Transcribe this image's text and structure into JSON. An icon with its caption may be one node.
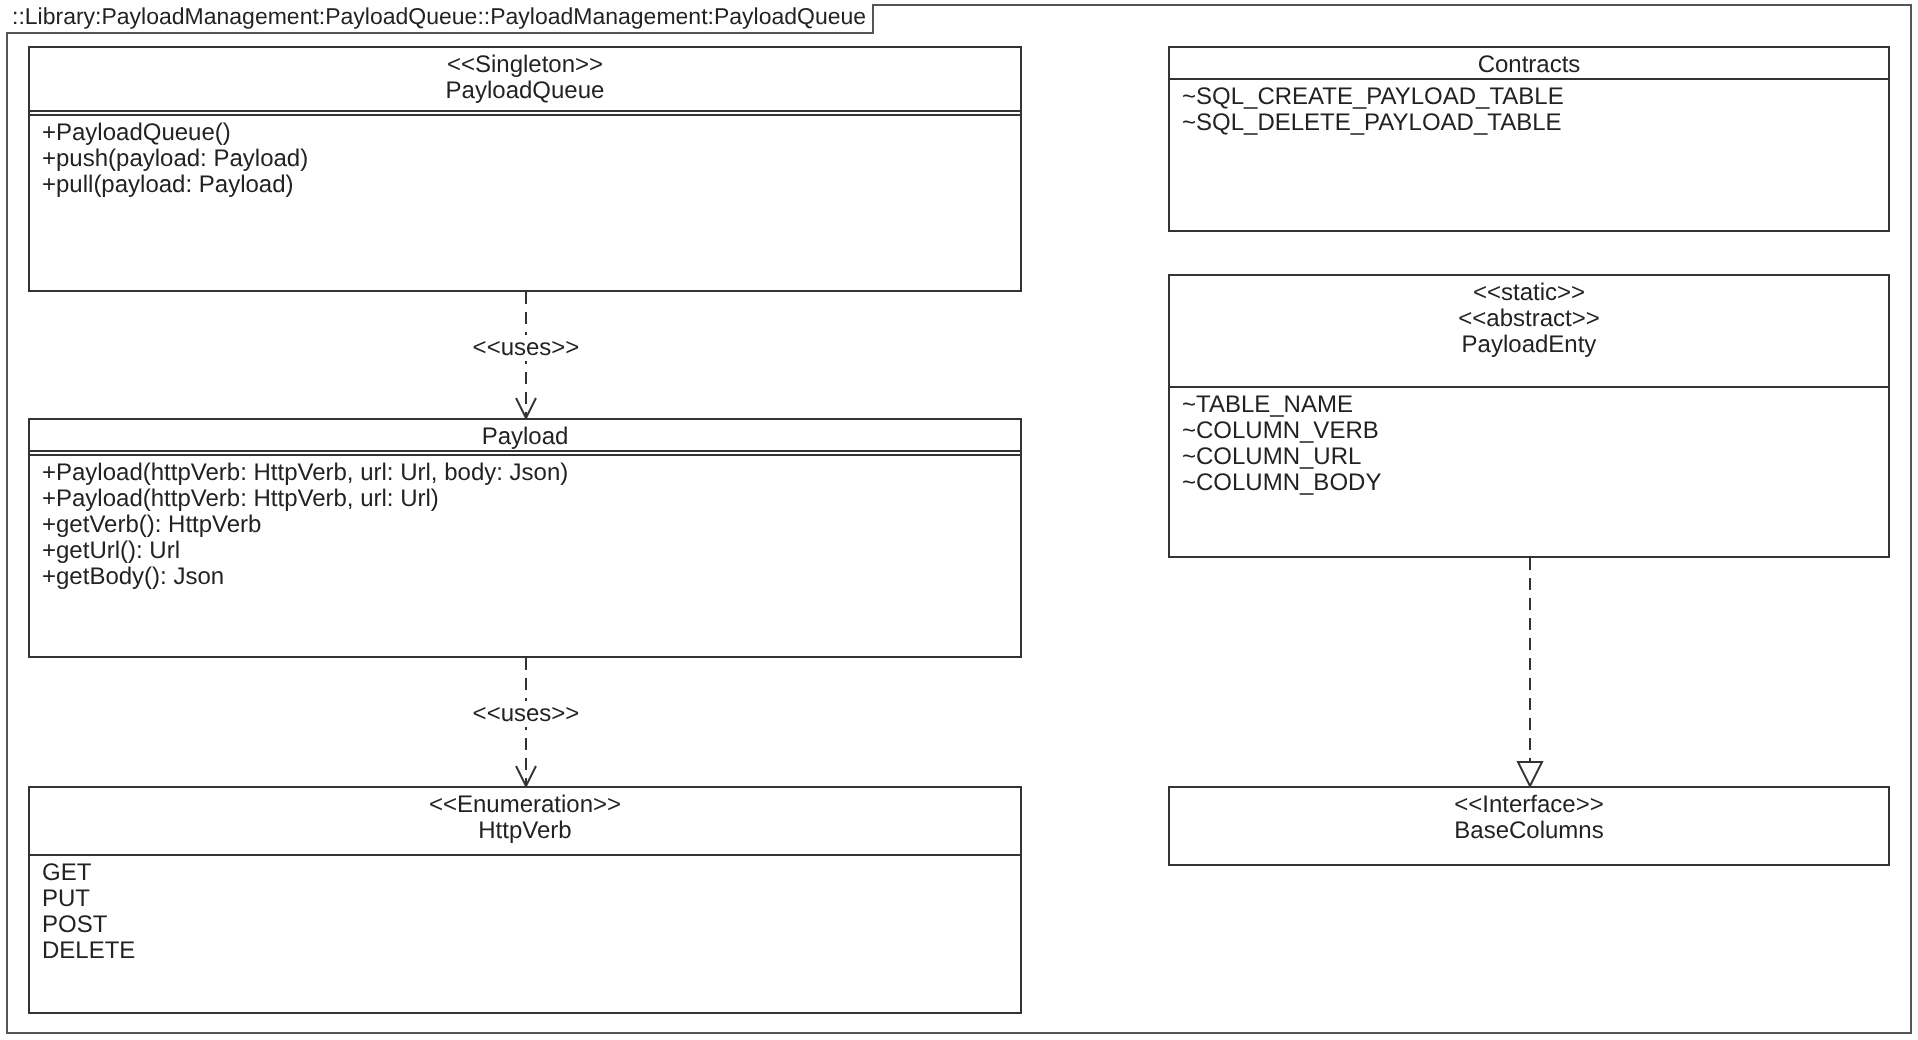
{
  "diagram": {
    "nodes": [
      {
        "text": [
          "::Library:PayloadManagement:PayloadQueue::PayloadManagement:PayloadQueue"
        ]
      },
      {
        "text": [
          "<<Singleton>>",
          "PayloadQueue",
          "+PayloadQueue()",
          "+push(payload: Payload)",
          "+pull(payload: Payload)"
        ],
        "in": 0
      },
      {
        "text": [
          "Contracts",
          "~SQL_CREATE_PAYLOAD_TABLE",
          "~SQL_DELETE_PAYLOAD_TABLE"
        ],
        "in": 0
      },
      {
        "text": [
          "<<static>>",
          "<<abstract>>",
          "PayloadEnty",
          "~TABLE_NAME",
          "~COLUMN_VERB",
          "~COLUMN_URL",
          "~COLUMN_BODY"
        ],
        "in": 0
      },
      {
        "text": [
          "Payload",
          "+Payload(httpVerb: HttpVerb, url: Url, body: Json)",
          "+Payload(httpVerb: HttpVerb, url: Url)",
          "+getVerb(): HttpVerb",
          "+getUrl(): Url",
          "+getBody(): Json"
        ],
        "in": 0
      },
      {
        "text": [
          "<<Enumeration>>",
          "HttpVerb",
          "GET",
          "PUT",
          "POST",
          "DELETE"
        ],
        "in": 0
      },
      {
        "text": [
          "<<Interface>>",
          "BaseColumns"
        ],
        "in": 0
      }
    ],
    "edges": [
      {
        "from": 1,
        "to": 4,
        "arrow": "to",
        "label": "<<uses>>",
        "style": "dashed"
      },
      {
        "from": 4,
        "to": 5,
        "arrow": "to",
        "label": "<<uses>>",
        "style": "dashed"
      },
      {
        "from": 3,
        "to": 6,
        "arrow": "to",
        "style": "dashed"
      }
    ]
  }
}
